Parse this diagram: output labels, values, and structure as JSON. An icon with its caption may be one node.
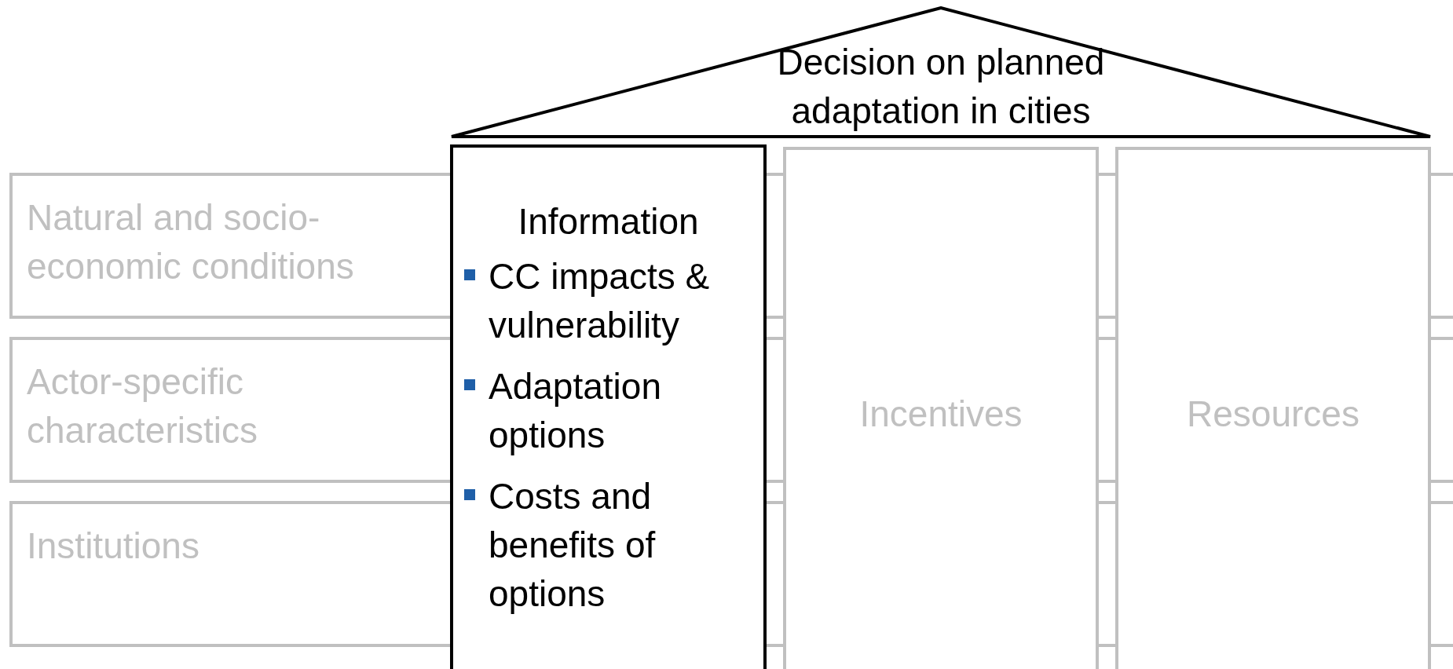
{
  "diagram": {
    "nodes": [
      {
        "text": [
          "Decision on planned adaptation in cities"
        ]
      },
      {
        "text": [
          "Natural and socio-economic conditions"
        ]
      },
      {
        "text": [
          "Actor-specific characteristics"
        ]
      },
      {
        "text": [
          "Institutions"
        ]
      },
      {
        "text": [
          "Information",
          "CC impacts & vulnerability",
          "Adaptation options",
          "Costs and benefits of options"
        ]
      },
      {
        "text": [
          "Incentives"
        ]
      },
      {
        "text": [
          "Resources"
        ]
      }
    ],
    "edges": []
  }
}
